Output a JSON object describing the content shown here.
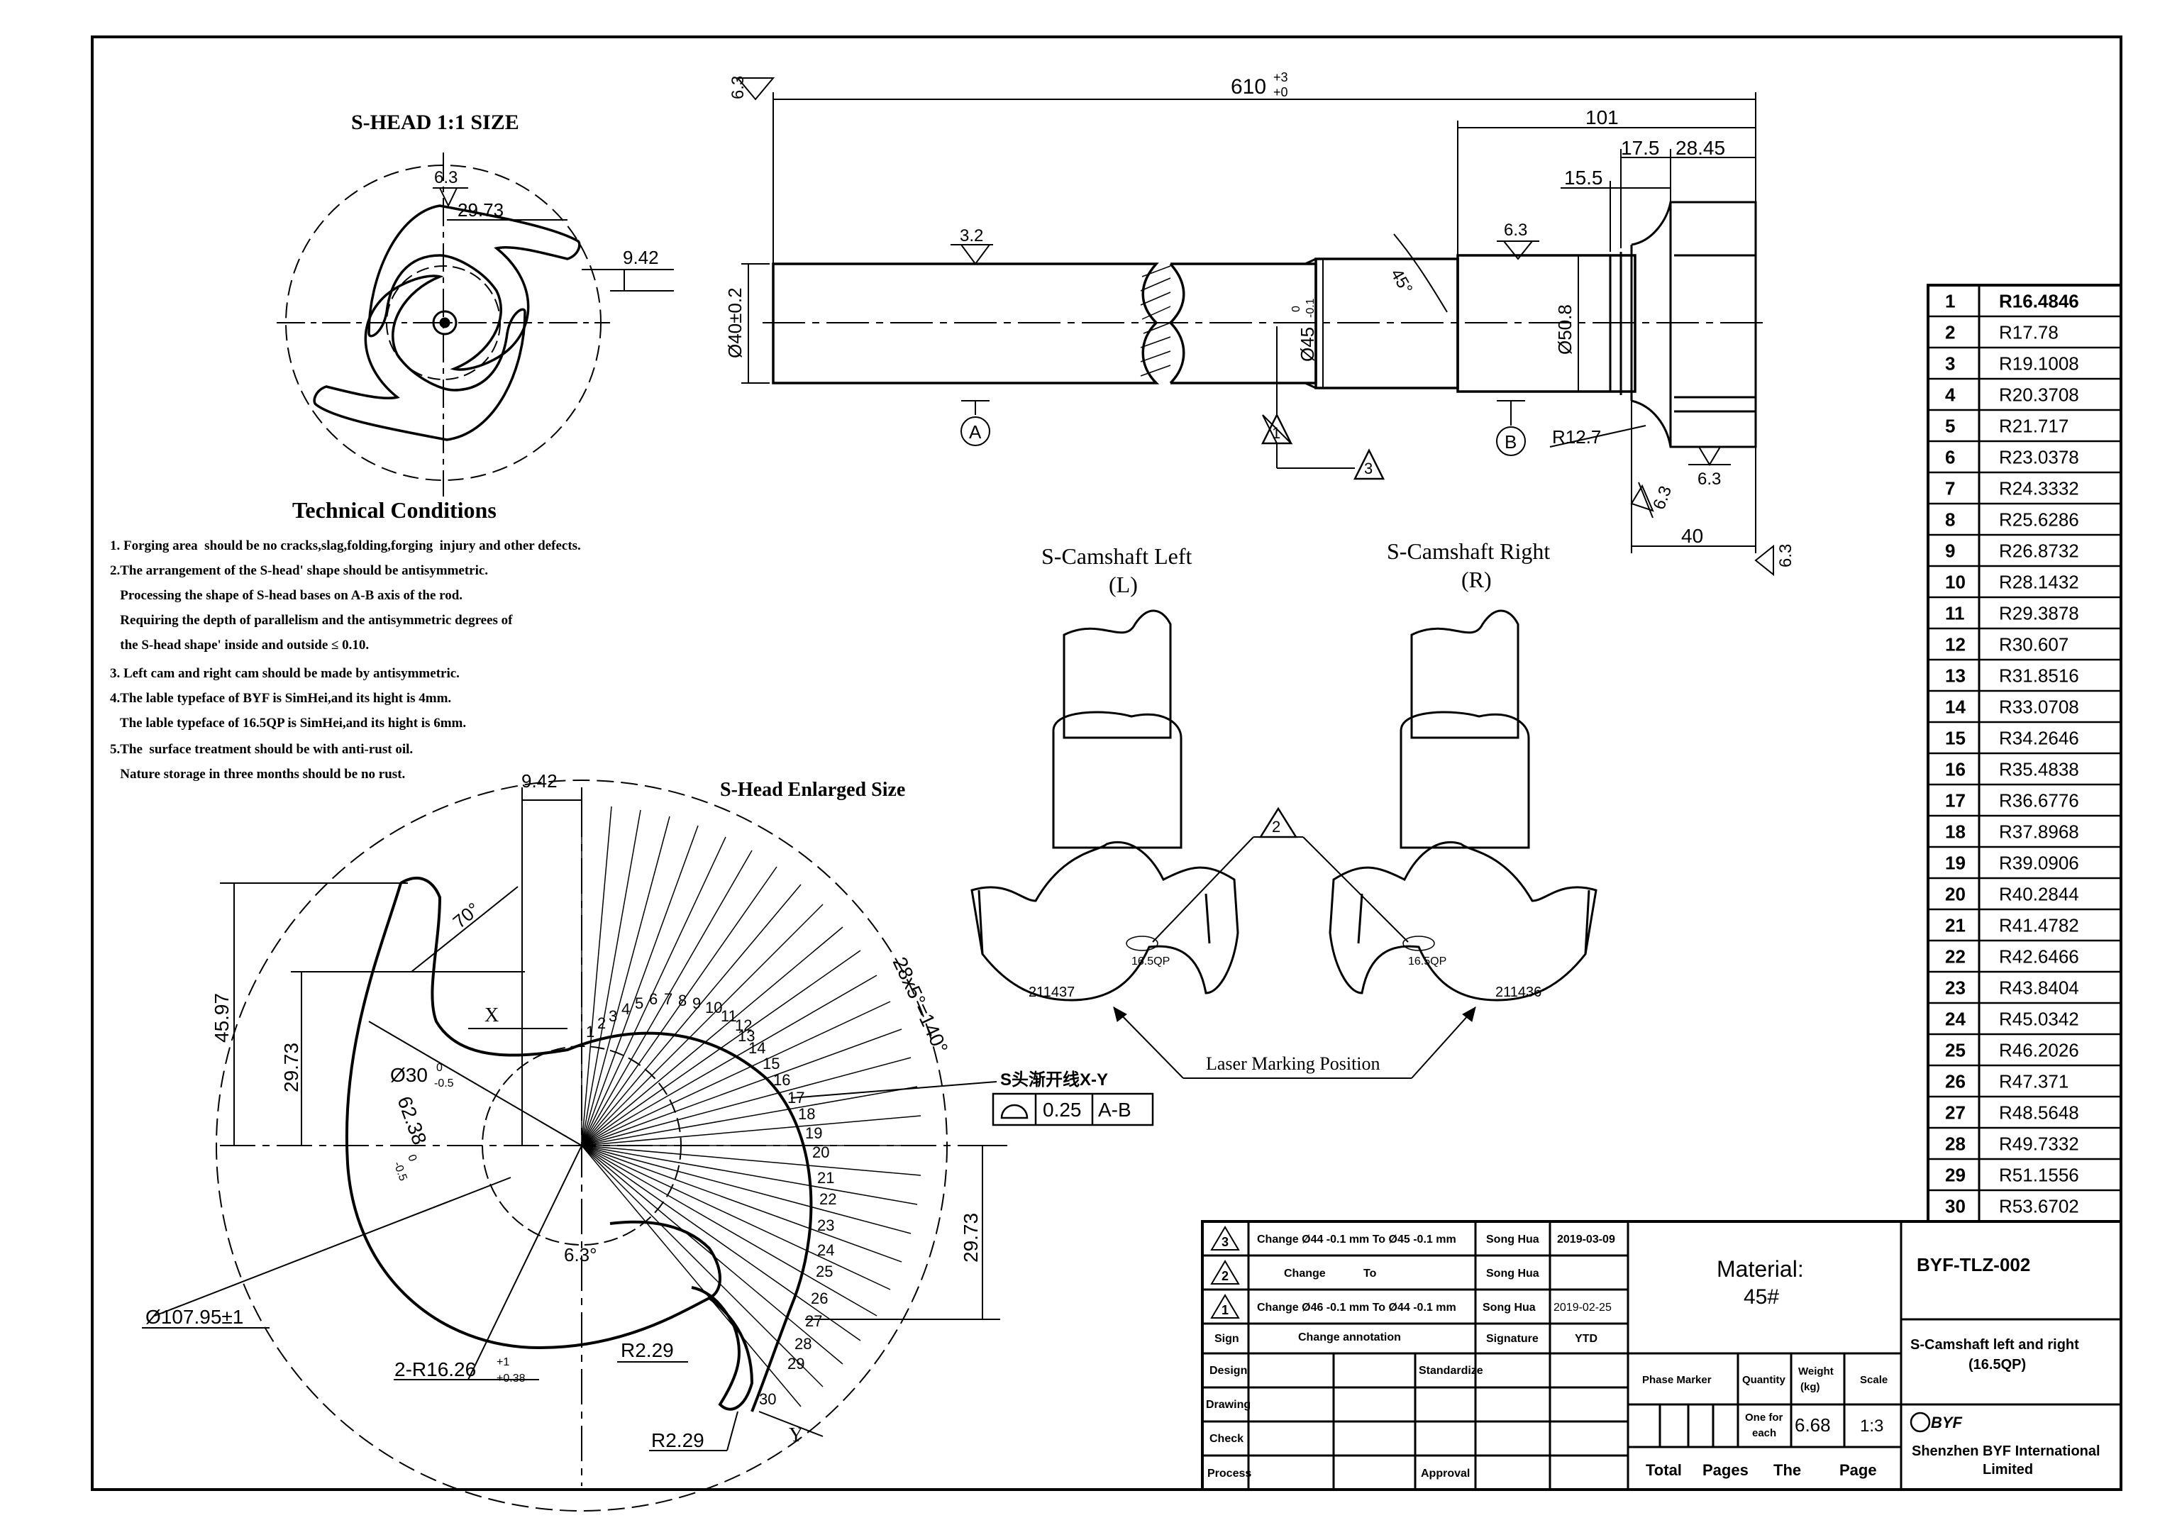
{
  "drawing": {
    "shead_title": "S-HEAD 1:1 SIZE",
    "shead_dims": {
      "d1": "6.3",
      "d2": "29.73",
      "d3": "9.42"
    },
    "tech_title": "Technical Conditions",
    "tech_lines": [
      "1. Forging area  should be no cracks,slag,folding,forging  injury and other defects.",
      "2.The arrangement of the S-head' shape should be antisymmetric.",
      "   Processing the shape of S-head bases on A-B axis of the rod.",
      "   Requiring the depth of parallelism and the antisymmetric degrees of",
      "   the S-head shape' inside and outside ≤ 0.10.",
      "3. Left cam and right cam should be made by antisymmetric.",
      "4.The lable typeface of BYF is SimHei,and its hight is 4mm.",
      "   The lable typeface of 16.5QP is SimHei,and its hight is 6mm.",
      "5.The  surface treatment should be with anti-rust oil.",
      "   Nature storage in three months should be no rust."
    ],
    "enlarged_title": "S-Head Enlarged Size",
    "enlarged_dims": {
      "top_942": "9.42",
      "h4597": "45.97",
      "h2973": "29.73",
      "angle70": "70°",
      "x_label": "X",
      "y_label": "Y",
      "d30": "Ø30",
      "d30_tol": "-0.5",
      "d30_tol0": "0",
      "r6238": "62.38",
      "r6238_tol": "-0.5",
      "r6238_tol0": "0",
      "angle63": "6.3°",
      "d10795": "Ø107.95±1",
      "r1626": "2-R16.26",
      "r1626_tol_up": "+1",
      "r1626_tol_dn": "+0.38",
      "r229a": "R2.29",
      "r229b": "R2.29",
      "angle_spread": "28x5°=140°",
      "right_2973": "29.73",
      "involute_label": "S头渐开线X-Y",
      "tol_value": "0.25",
      "tol_ref": "A-B"
    },
    "rod": {
      "len": "610",
      "len_tol_up": "+3",
      "len_tol_dn": "+0",
      "d101": "101",
      "d175": "17.5",
      "d2845": "28.45",
      "d155": "15.5",
      "r63_top": "6.3",
      "r32": "3.2",
      "r63_mid": "6.3",
      "angle45": "45°",
      "dia40": "Ø40±0.2",
      "dia45": "Ø45",
      "dia45_tol": "-0.1",
      "dia45_tol0": "0",
      "dia508": "Ø50.8",
      "r127": "R12.7",
      "d40": "40",
      "r63_a": "6.3",
      "r63_b": "6.3",
      "r63_c": "6.3",
      "label_a": "A",
      "label_b": "B",
      "rev1": "1",
      "rev3": "3"
    },
    "cam_left_title": "S-Camshaft Left",
    "cam_left_sub": "(L)",
    "cam_right_title": "S-Camshaft Right",
    "cam_right_sub": "(R)",
    "mark_left": "16.5QP",
    "mark_right": "16.5QP",
    "serial_left": "211437",
    "serial_right": "211436",
    "rev2": "2",
    "laser_label": "Laser Marking Position",
    "ticks": [
      "1",
      "2",
      "3",
      "4",
      "5",
      "6",
      "7",
      "8",
      "9",
      "10",
      "11",
      "12",
      "13",
      "14",
      "15",
      "16",
      "17",
      "18",
      "19",
      "20",
      "21",
      "22",
      "23",
      "24",
      "25",
      "26",
      "27",
      "28",
      "29",
      "30"
    ]
  },
  "radius_table": [
    {
      "n": "1",
      "r": "R16.4846"
    },
    {
      "n": "2",
      "r": "R17.78"
    },
    {
      "n": "3",
      "r": "R19.1008"
    },
    {
      "n": "4",
      "r": "R20.3708"
    },
    {
      "n": "5",
      "r": "R21.717"
    },
    {
      "n": "6",
      "r": "R23.0378"
    },
    {
      "n": "7",
      "r": "R24.3332"
    },
    {
      "n": "8",
      "r": "R25.6286"
    },
    {
      "n": "9",
      "r": "R26.8732"
    },
    {
      "n": "10",
      "r": "R28.1432"
    },
    {
      "n": "11",
      "r": "R29.3878"
    },
    {
      "n": "12",
      "r": "R30.607"
    },
    {
      "n": "13",
      "r": "R31.8516"
    },
    {
      "n": "14",
      "r": "R33.0708"
    },
    {
      "n": "15",
      "r": "R34.2646"
    },
    {
      "n": "16",
      "r": "R35.4838"
    },
    {
      "n": "17",
      "r": "R36.6776"
    },
    {
      "n": "18",
      "r": "R37.8968"
    },
    {
      "n": "19",
      "r": "R39.0906"
    },
    {
      "n": "20",
      "r": "R40.2844"
    },
    {
      "n": "21",
      "r": "R41.4782"
    },
    {
      "n": "22",
      "r": "R42.6466"
    },
    {
      "n": "23",
      "r": "R43.8404"
    },
    {
      "n": "24",
      "r": "R45.0342"
    },
    {
      "n": "25",
      "r": "R46.2026"
    },
    {
      "n": "26",
      "r": "R47.371"
    },
    {
      "n": "27",
      "r": "R48.5648"
    },
    {
      "n": "28",
      "r": "R49.7332"
    },
    {
      "n": "29",
      "r": "R51.1556"
    },
    {
      "n": "30",
      "r": "R53.6702"
    }
  ],
  "title_block": {
    "rev_rows": [
      {
        "mark": "3",
        "text": "Change Ø44 -0.1 mm To Ø45 -0.1 mm",
        "name": "Song Hua",
        "date": "2019-03-09"
      },
      {
        "mark": "2",
        "text": "Change            To",
        "name": "Song Hua",
        "date": ""
      },
      {
        "mark": "1",
        "text": "Change Ø46 -0.1 mm To Ø44 -0.1 mm",
        "name": "Song Hua",
        "date": "2019-02-25"
      }
    ],
    "sign": "Sign",
    "change_annotation": "Change annotation",
    "signature": "Signature",
    "ytd": "YTD",
    "design": "Design",
    "standardize": "Standardize",
    "drawing": "Drawing",
    "check": "Check",
    "process": "Process",
    "approval": "Approval",
    "material_label": "Material:",
    "material_value": "45#",
    "phase_marker": "Phase Marker",
    "quantity": "Quantity",
    "weight": "Weight",
    "weight_unit": "(kg)",
    "scale": "Scale",
    "one_for": "One for",
    "each": "each",
    "weight_value": "6.68",
    "scale_value": "1:3",
    "total": "Total",
    "pages": "Pages",
    "the": "The",
    "page": "Page",
    "drawing_no": "BYF-TLZ-002",
    "part_name_1": "S-Camshaft left and right",
    "part_name_2": "(16.5QP)",
    "logo": "BYF",
    "company_1": "Shenzhen BYF International",
    "company_2": "Limited"
  }
}
